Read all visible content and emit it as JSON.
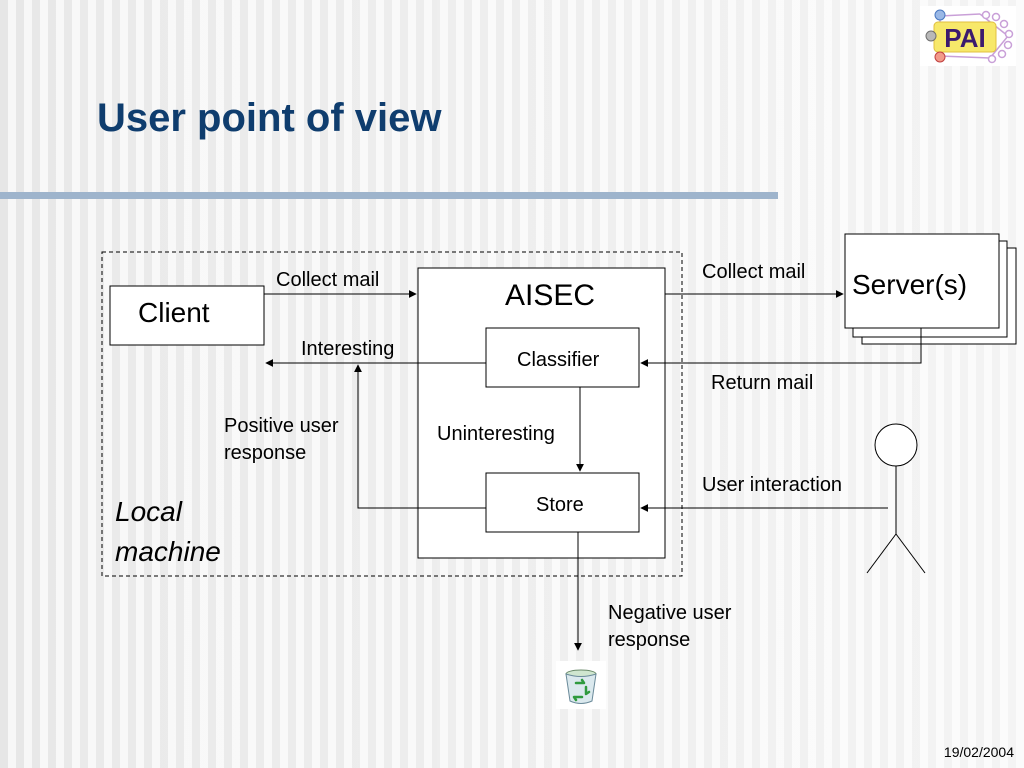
{
  "slide": {
    "title": "User point of view",
    "date": "19/02/2004",
    "logo_text": "PAI"
  },
  "diagram": {
    "nodes": {
      "client": "Client",
      "aisec": "AISEC",
      "classifier": "Classifier",
      "store": "Store",
      "servers": "Server(s)",
      "local_machine_line1": "Local",
      "local_machine_line2": "machine"
    },
    "edges": {
      "collect_mail_client": "Collect mail",
      "collect_mail_server": "Collect mail",
      "interesting": "Interesting",
      "return_mail": "Return mail",
      "positive_line1": "Positive user",
      "positive_line2": "response",
      "uninteresting": "Uninteresting",
      "user_interaction": "User interaction",
      "negative_line1": "Negative user",
      "negative_line2": "response"
    }
  },
  "icons": {
    "logo": "pai-logo-icon",
    "user": "stick-figure-user-icon",
    "trash": "recycle-bin-icon"
  },
  "colors": {
    "title": "#0f3d6e",
    "rule": "#9eb4cc",
    "logo_text": "#3b1a6e",
    "logo_bg": "#f7e86a"
  }
}
